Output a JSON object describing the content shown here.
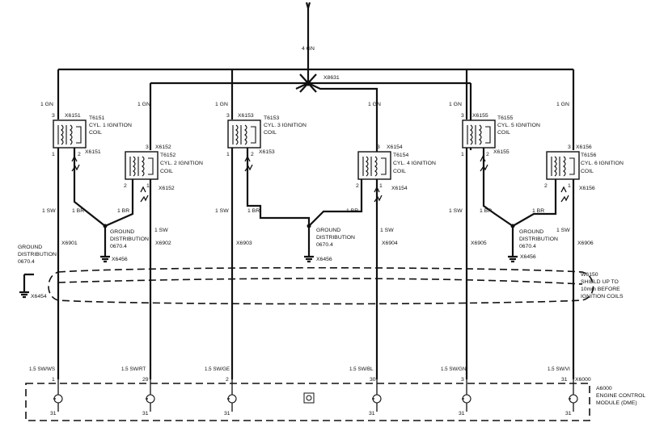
{
  "feed": {
    "wire": "4 GN",
    "splice": "X8631"
  },
  "coils": [
    {
      "wire_in": "1 GN",
      "connector_top": "X6151",
      "coil_id": "T6151",
      "coil_name": "CYL. 1 IGNITION",
      "coil_word": "COIL",
      "connector_bottom": "X6151",
      "wire_ground": "1 BR",
      "wire_out": "1 SW",
      "output_connector": "X6901",
      "pin_top": "3",
      "pin_bottom": "1",
      "pin_side": "2",
      "ecm_wire": "1.5 SW/WS",
      "ecm_pin": "1"
    },
    {
      "wire_in": "1 GN",
      "connector_top": "X6152",
      "coil_id": "T6152",
      "coil_name": "CYL. 2 IGNITION",
      "coil_word": "COIL",
      "connector_bottom": "X6152",
      "wire_ground": "1 BR",
      "wire_out": "1 SW",
      "output_connector": "X6902",
      "pin_top": "3",
      "pin_bottom": "1",
      "pin_side": "2",
      "ecm_wire": "1.5 SW/RT",
      "ecm_pin": "29"
    },
    {
      "wire_in": "1 GN",
      "connector_top": "X6153",
      "coil_id": "T6153",
      "coil_name": "CYL. 3 IGNITION",
      "coil_word": "COIL",
      "connector_bottom": "X6153",
      "wire_ground": "1 BR",
      "wire_out": "1 SW",
      "output_connector": "X6903",
      "pin_top": "3",
      "pin_bottom": "1",
      "pin_side": "2",
      "ecm_wire": "1.5 SW/GE",
      "ecm_pin": "2"
    },
    {
      "wire_in": "1 GN",
      "connector_top": "X6154",
      "coil_id": "T6154",
      "coil_name": "CYL. 4 IGNITION",
      "coil_word": "COIL",
      "connector_bottom": "X6154",
      "wire_ground": "1 BR",
      "wire_out": "1 SW",
      "output_connector": "X6904",
      "pin_top": "3",
      "pin_bottom": "1",
      "pin_side": "2",
      "ecm_wire": "1.5 SW/BL",
      "ecm_pin": "30"
    },
    {
      "wire_in": "1 GN",
      "connector_top": "X6155",
      "coil_id": "T6155",
      "coil_name": "CYL. 5 IGNITION",
      "coil_word": "COIL",
      "connector_bottom": "X6155",
      "wire_ground": "1 BR",
      "wire_out": "1 SW",
      "output_connector": "X6905",
      "pin_top": "3",
      "pin_bottom": "1",
      "pin_side": "2",
      "ecm_wire": "1.5 SW/GN",
      "ecm_pin": "3"
    },
    {
      "wire_in": "1 GN",
      "connector_top": "X6156",
      "coil_id": "T6156",
      "coil_name": "CYL. 6 IGNITION",
      "coil_word": "COIL",
      "connector_bottom": "X6156",
      "wire_ground": "1 BR",
      "wire_out": "1 SW",
      "output_connector": "X6906",
      "pin_top": "3",
      "pin_bottom": "1",
      "pin_side": "2",
      "ecm_wire": "1.5 SW/VI",
      "ecm_pin": "31"
    }
  ],
  "grounds": [
    {
      "label1": "GROUND",
      "label2": "DISTRIBUTION",
      "label3": "0670.4",
      "connector": "X6456"
    },
    {
      "label1": "GROUND",
      "label2": "DISTRIBUTION",
      "label3": "0670.4",
      "connector": "X6456"
    },
    {
      "label1": "GROUND",
      "label2": "DISTRIBUTION",
      "label3": "0670.4",
      "connector": "X6456"
    }
  ],
  "left_ground": {
    "label1": "GROUND",
    "label2": "DISTRIBUTION",
    "label3": "0670.4",
    "connector": "X6454"
  },
  "shield": {
    "id": "W6150",
    "line1": "SHIELD UP TO",
    "line2": "10mm BEFORE",
    "line3": "IGNITION COILS"
  },
  "ecm": {
    "connector": "X6000",
    "id": "A6000",
    "line1": "ENGINE CONTROL",
    "line2": "MODULE (DME)",
    "ground_pin": "31"
  }
}
